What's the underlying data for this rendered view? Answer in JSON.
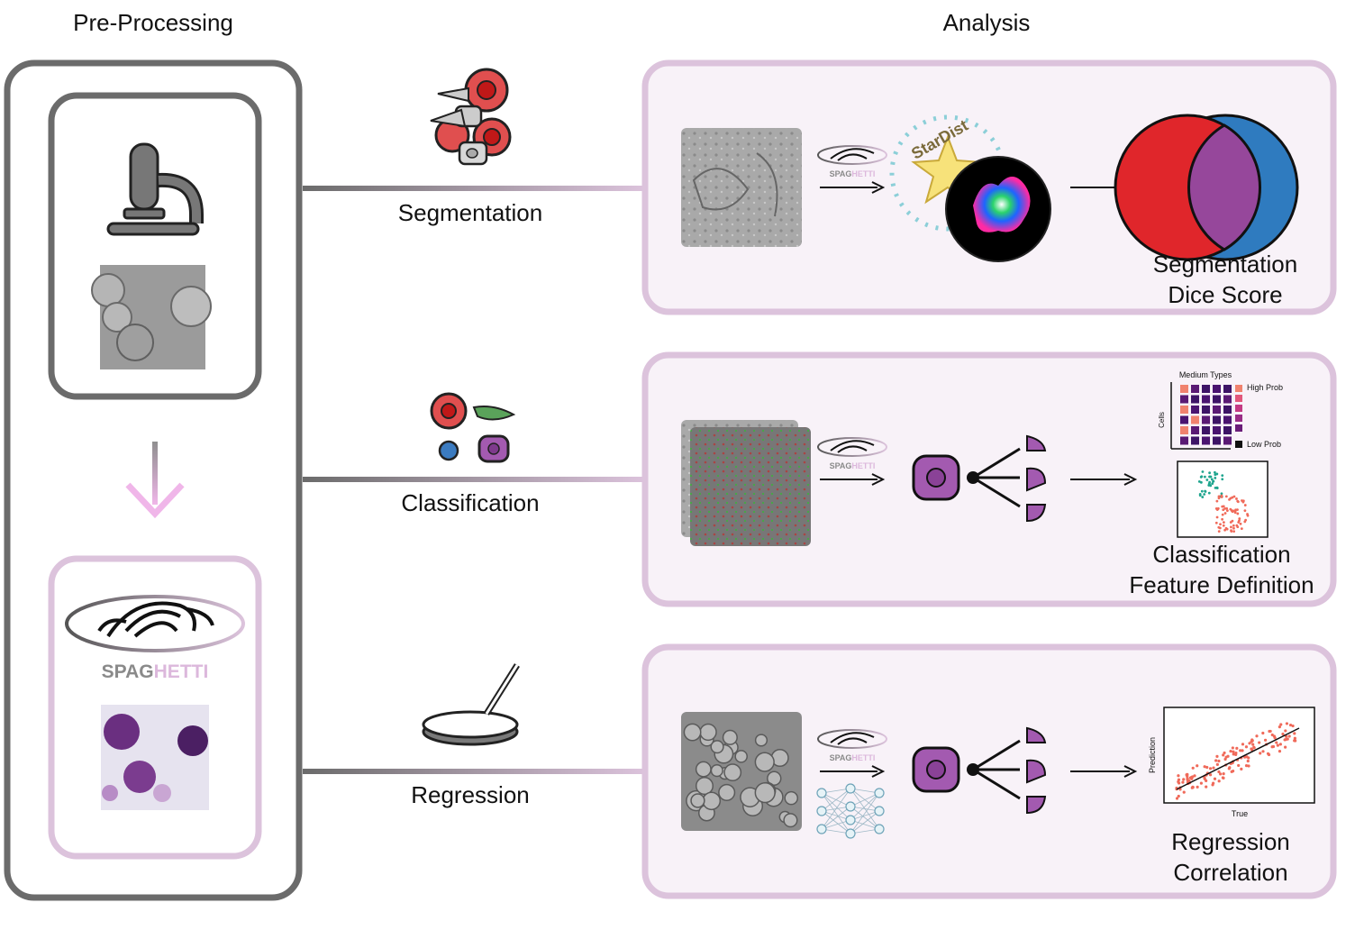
{
  "headings": {
    "left": "Pre-Processing",
    "right": "Analysis"
  },
  "logo": {
    "brand_dark": "SPAG",
    "brand_light": "HETTI",
    "small_dark": "SPAG",
    "small_light": "HETTI"
  },
  "tasks": [
    {
      "label": "Segmentation",
      "result_line1": "Segmentation",
      "result_line2": "Dice Score"
    },
    {
      "label": "Classification",
      "result_line1": "Classification",
      "result_line2": "Feature Definition"
    },
    {
      "label": "Regression",
      "result_line1": "Regression",
      "result_line2": "Correlation"
    }
  ],
  "stardist": {
    "text": "StarDist"
  },
  "heatmap": {
    "title": "Medium Types",
    "ylabel": "Cells",
    "legend_high": "High Prob",
    "legend_low": "Low Prob"
  },
  "regression_plot": {
    "xlabel": "True",
    "ylabel": "Prediction"
  },
  "colors": {
    "gray_border": "#6b6b6b",
    "pink_border": "#dcc3dc",
    "pink_fill": "#f7eff7",
    "red": "#e0262b",
    "blue": "#2f7bbf",
    "purple": "#96479b",
    "salmon": "#f0826e",
    "dark_purple": "#3d1466"
  }
}
